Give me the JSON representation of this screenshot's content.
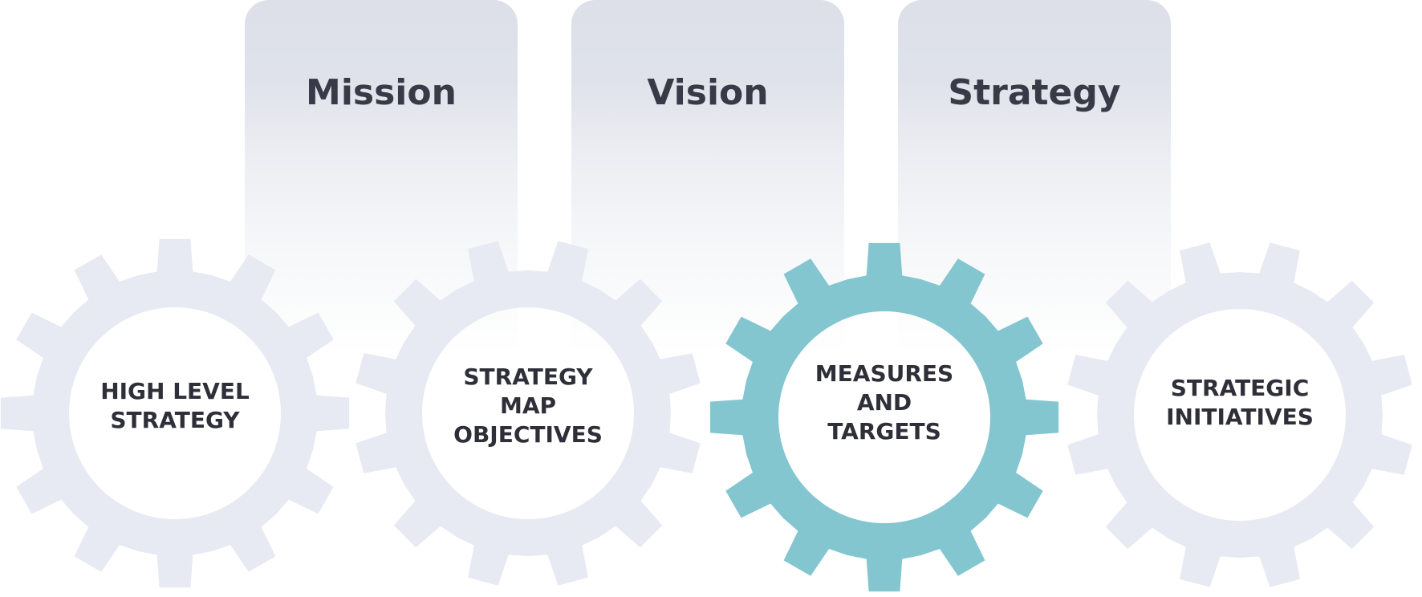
{
  "panels": [
    {
      "title": "Mission"
    },
    {
      "title": "Vision"
    },
    {
      "title": "Strategy"
    }
  ],
  "gears": [
    {
      "label": "HIGH LEVEL\nSTRATEGY",
      "color": "#e6e9f2",
      "highlighted": false
    },
    {
      "label": "STRATEGY\nMAP\nOBJECTIVES",
      "color": "#e6e9f2",
      "highlighted": false
    },
    {
      "label": "MEASURES\nAND\nTARGETS",
      "color": "#84c6d0",
      "highlighted": true
    },
    {
      "label": "STRATEGIC\nINITIATIVES",
      "color": "#e6e9f2",
      "highlighted": false
    }
  ],
  "colors": {
    "text": "#393a47",
    "panel": "#dde0e9",
    "accent": "#84c6d0"
  }
}
